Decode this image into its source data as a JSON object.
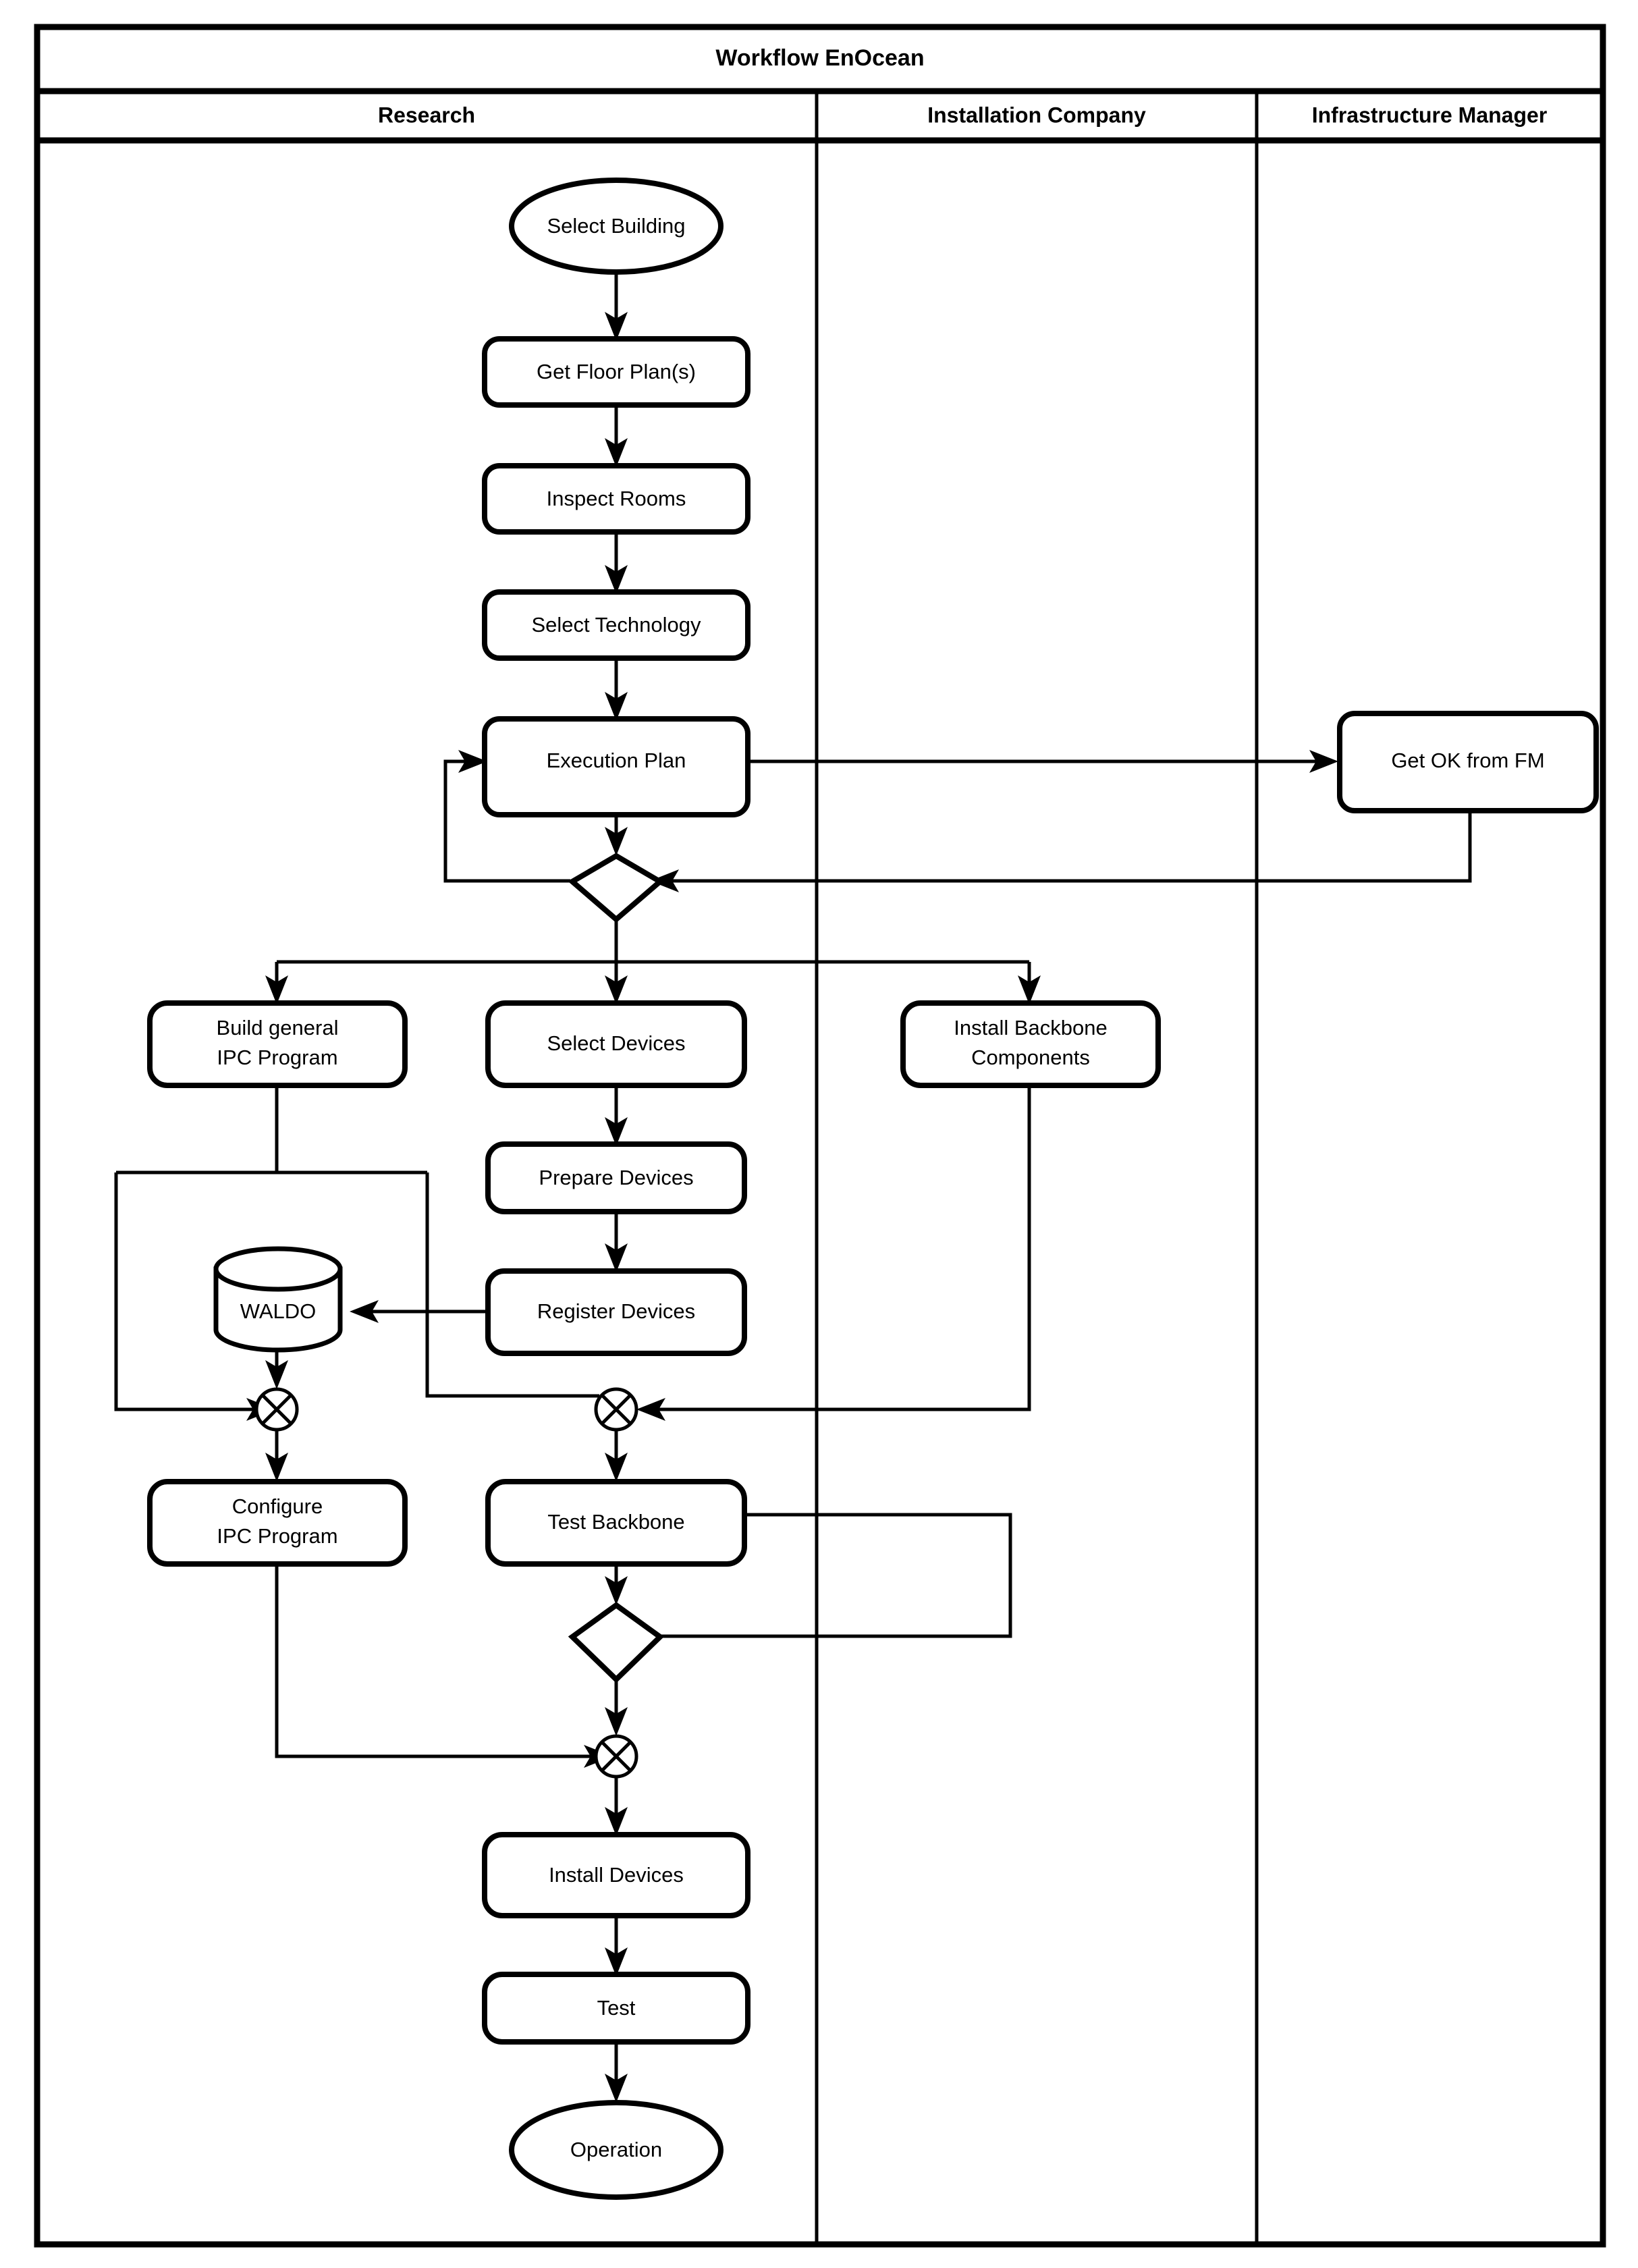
{
  "diagram": {
    "title": "Workflow EnOcean",
    "type": "swimlane-flowchart",
    "lanes": [
      {
        "id": "research",
        "label": "Research"
      },
      {
        "id": "installation_company",
        "label": "Installation Company"
      },
      {
        "id": "infrastructure_manager",
        "label": "Infrastructure Manager"
      }
    ],
    "nodes": [
      {
        "id": "select_building",
        "label": "Select Building",
        "shape": "ellipse",
        "lane": "research"
      },
      {
        "id": "get_floor_plans",
        "label": "Get Floor Plan(s)",
        "shape": "rounded-rect",
        "lane": "research"
      },
      {
        "id": "inspect_rooms",
        "label": "Inspect Rooms",
        "shape": "rounded-rect",
        "lane": "research"
      },
      {
        "id": "select_technology",
        "label": "Select Technology",
        "shape": "rounded-rect",
        "lane": "research"
      },
      {
        "id": "execution_plan",
        "label": "Execution Plan",
        "shape": "rounded-rect",
        "lane": "research"
      },
      {
        "id": "get_ok_from_fm",
        "label": "Get OK from FM",
        "shape": "rounded-rect",
        "lane": "infrastructure_manager"
      },
      {
        "id": "decision_approval",
        "label": "",
        "shape": "diamond",
        "lane": "research"
      },
      {
        "id": "build_general_ipc_program",
        "label": "Build general\nIPC Program",
        "shape": "rounded-rect",
        "lane": "research"
      },
      {
        "id": "select_devices",
        "label": "Select Devices",
        "shape": "rounded-rect",
        "lane": "research"
      },
      {
        "id": "install_backbone_components",
        "label": "Install Backbone\nComponents",
        "shape": "rounded-rect",
        "lane": "installation_company"
      },
      {
        "id": "prepare_devices",
        "label": "Prepare Devices",
        "shape": "rounded-rect",
        "lane": "research"
      },
      {
        "id": "register_devices",
        "label": "Register Devices",
        "shape": "rounded-rect",
        "lane": "research"
      },
      {
        "id": "waldo",
        "label": "WALDO",
        "shape": "database",
        "lane": "research"
      },
      {
        "id": "merge_ipc",
        "label": "",
        "shape": "crossed-circle",
        "lane": "research"
      },
      {
        "id": "merge_backbone",
        "label": "",
        "shape": "crossed-circle",
        "lane": "research"
      },
      {
        "id": "configure_ipc_program",
        "label": "Configure\nIPC Program",
        "shape": "rounded-rect",
        "lane": "research"
      },
      {
        "id": "test_backbone",
        "label": "Test Backbone",
        "shape": "rounded-rect",
        "lane": "research"
      },
      {
        "id": "decision_backbone_ok",
        "label": "",
        "shape": "diamond",
        "lane": "research"
      },
      {
        "id": "merge_final",
        "label": "",
        "shape": "crossed-circle",
        "lane": "research"
      },
      {
        "id": "install_devices",
        "label": "Install Devices",
        "shape": "rounded-rect",
        "lane": "research"
      },
      {
        "id": "test",
        "label": "Test",
        "shape": "rounded-rect",
        "lane": "research"
      },
      {
        "id": "operation",
        "label": "Operation",
        "shape": "ellipse",
        "lane": "research"
      }
    ],
    "node_labels": {
      "select_building": "Select Building",
      "get_floor_plans": "Get Floor Plan(s)",
      "inspect_rooms": "Inspect Rooms",
      "select_technology": "Select Technology",
      "execution_plan": "Execution Plan",
      "get_ok_from_fm": "Get OK from FM",
      "build_general_ipc_program_l1": "Build general",
      "build_general_ipc_program_l2": "IPC Program",
      "select_devices": "Select Devices",
      "install_backbone_components_l1": "Install Backbone",
      "install_backbone_components_l2": "Components",
      "prepare_devices": "Prepare Devices",
      "register_devices": "Register Devices",
      "waldo": "WALDO",
      "configure_ipc_program_l1": "Configure",
      "configure_ipc_program_l2": "IPC Program",
      "test_backbone": "Test Backbone",
      "install_devices": "Install Devices",
      "test": "Test",
      "operation": "Operation"
    },
    "edges": [
      {
        "from": "select_building",
        "to": "get_floor_plans"
      },
      {
        "from": "get_floor_plans",
        "to": "inspect_rooms"
      },
      {
        "from": "inspect_rooms",
        "to": "select_technology"
      },
      {
        "from": "select_technology",
        "to": "execution_plan"
      },
      {
        "from": "execution_plan",
        "to": "get_ok_from_fm"
      },
      {
        "from": "execution_plan",
        "to": "decision_approval"
      },
      {
        "from": "get_ok_from_fm",
        "to": "decision_approval"
      },
      {
        "from": "decision_approval",
        "to": "execution_plan"
      },
      {
        "from": "decision_approval",
        "to": "build_general_ipc_program"
      },
      {
        "from": "decision_approval",
        "to": "select_devices"
      },
      {
        "from": "decision_approval",
        "to": "install_backbone_components"
      },
      {
        "from": "select_devices",
        "to": "prepare_devices"
      },
      {
        "from": "prepare_devices",
        "to": "register_devices"
      },
      {
        "from": "register_devices",
        "to": "waldo"
      },
      {
        "from": "build_general_ipc_program",
        "to": "merge_ipc"
      },
      {
        "from": "build_general_ipc_program",
        "to": "merge_backbone"
      },
      {
        "from": "waldo",
        "to": "merge_ipc"
      },
      {
        "from": "install_backbone_components",
        "to": "merge_backbone"
      },
      {
        "from": "merge_ipc",
        "to": "configure_ipc_program"
      },
      {
        "from": "merge_backbone",
        "to": "test_backbone"
      },
      {
        "from": "test_backbone",
        "to": "decision_backbone_ok"
      },
      {
        "from": "decision_backbone_ok",
        "to": "test_backbone"
      },
      {
        "from": "decision_backbone_ok",
        "to": "merge_final"
      },
      {
        "from": "configure_ipc_program",
        "to": "merge_final"
      },
      {
        "from": "merge_final",
        "to": "install_devices"
      },
      {
        "from": "install_devices",
        "to": "test"
      },
      {
        "from": "test",
        "to": "operation"
      }
    ],
    "colors": {
      "stroke": "#000000",
      "fill": "#ffffff",
      "background": "#ffffff"
    }
  }
}
